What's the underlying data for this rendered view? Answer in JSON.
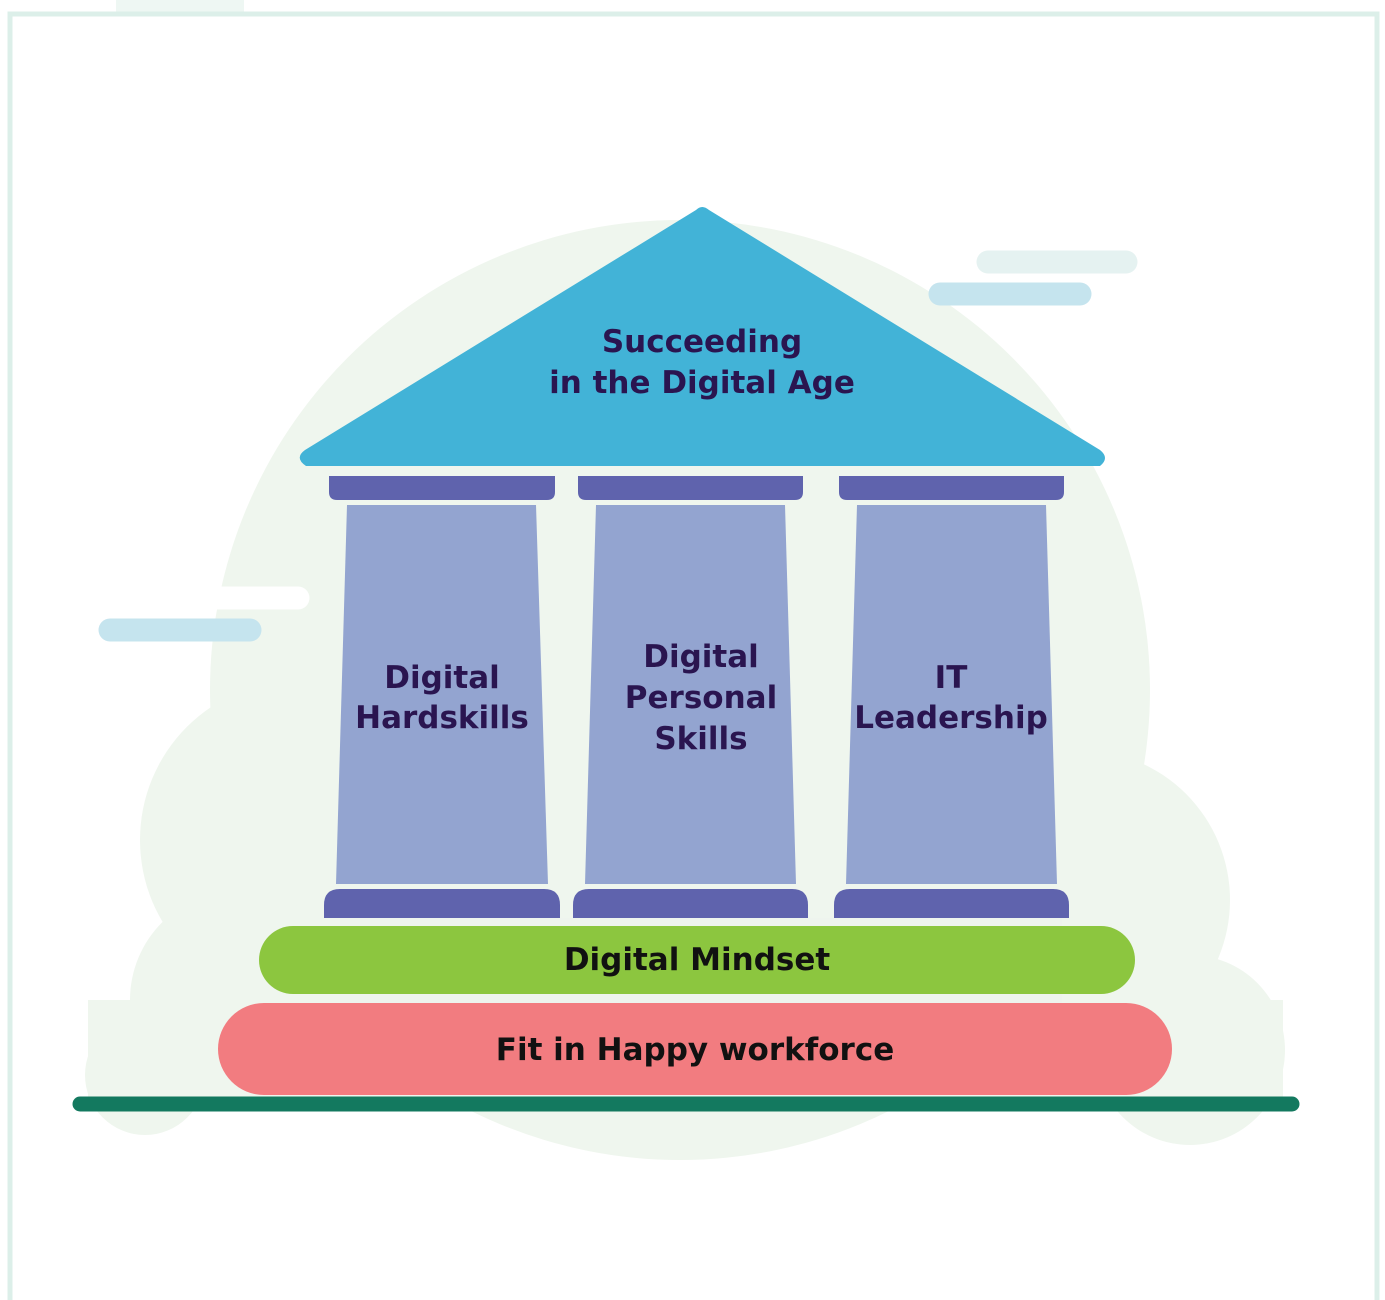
{
  "roof": {
    "line1": "Succeeding",
    "line2": "in the Digital Age"
  },
  "pillars": [
    {
      "lines": [
        "Digital",
        "Hardskills"
      ]
    },
    {
      "lines": [
        "Digital",
        "Personal",
        "Skills"
      ]
    },
    {
      "lines": [
        "IT",
        "Leadership"
      ]
    }
  ],
  "mindset_label": "Digital Mindset",
  "base_label": "Fit in Happy workforce",
  "colors": {
    "roof": "#42b3d7",
    "pillar": "#93a4d0",
    "cap": "#5f63ad",
    "mindset": "#8cc63f",
    "base": "#f27c80",
    "ground": "#13795f",
    "text_dark": "#2a1550",
    "text_black": "#111111",
    "backdrop": "#eff6ee",
    "cloud_blue": "#c5e4ee",
    "frame": "#dcefe9"
  }
}
